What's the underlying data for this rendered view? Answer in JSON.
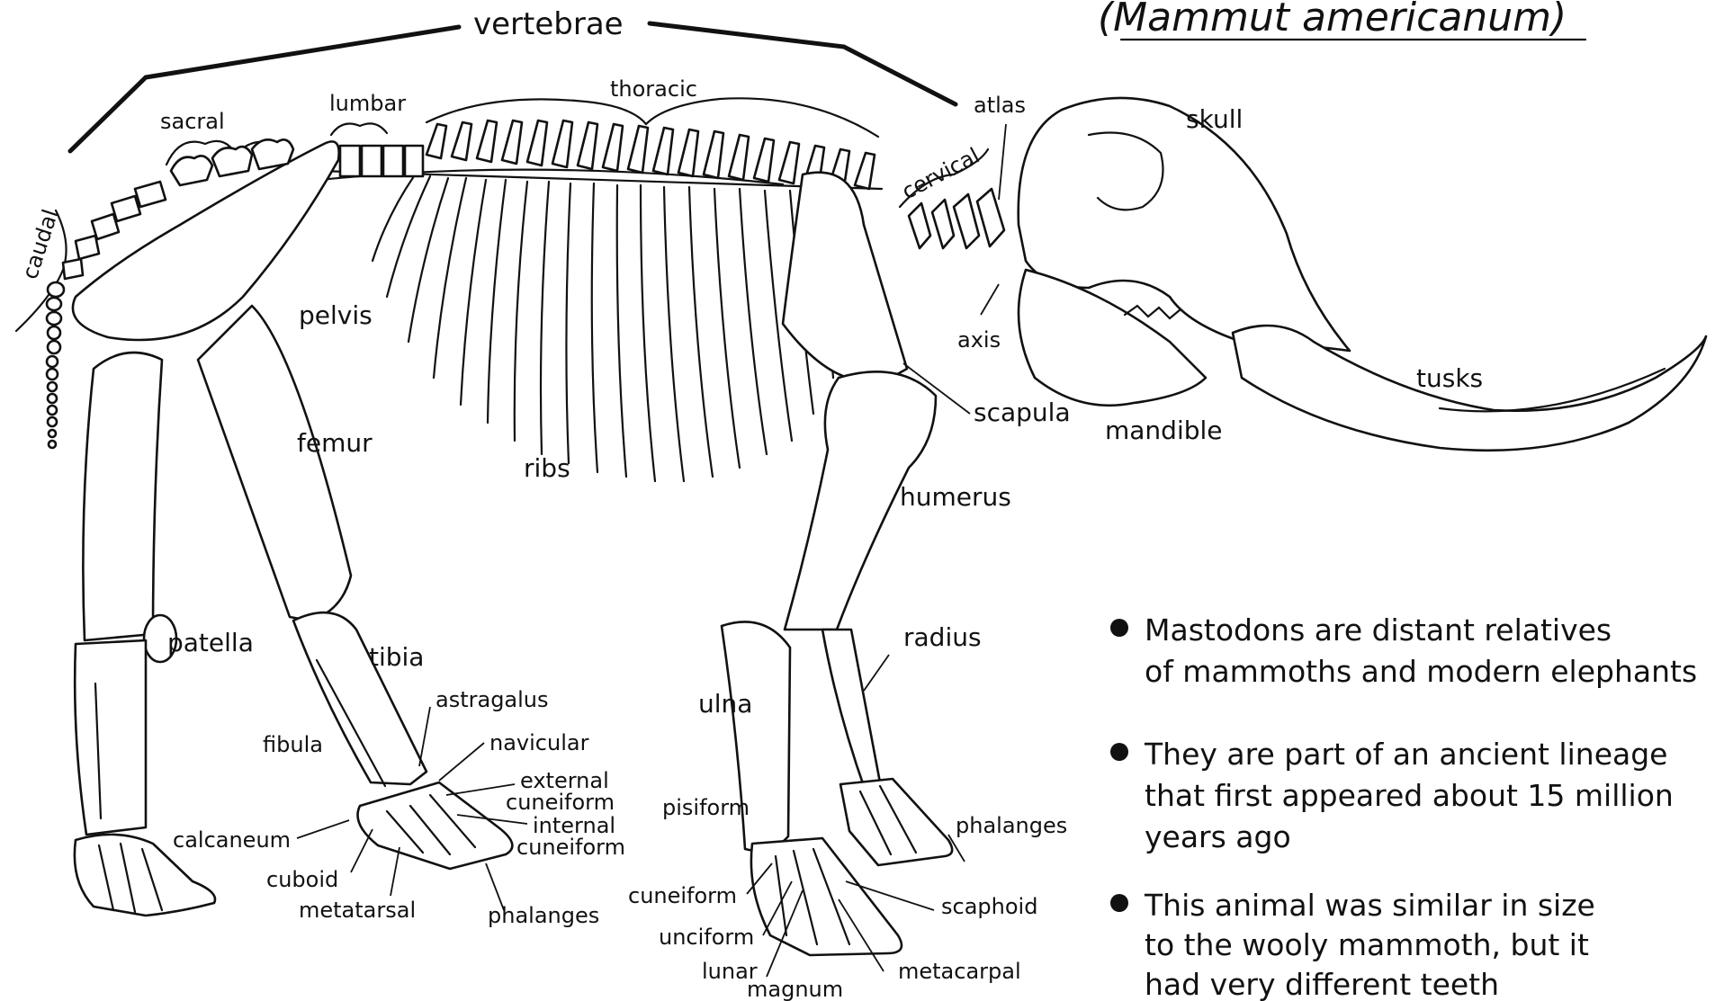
{
  "title": "(Mammut americanum)",
  "labels": {
    "vertebrae": "vertebrae",
    "sacral": "sacral",
    "lumbar": "lumbar",
    "thoracic": "thoracic",
    "caudal": "caudal",
    "atlas": "atlas",
    "cervical": "cervical",
    "skull": "skull",
    "axis": "axis",
    "tusks": "tusks",
    "mandible": "mandible",
    "scapula": "scapula",
    "pelvis": "pelvis",
    "femur": "femur",
    "ribs": "ribs",
    "humerus": "humerus",
    "patella": "patella",
    "tibia": "tibia",
    "radius": "radius",
    "ulna": "ulna",
    "astragalus": "astragalus",
    "navicular": "navicular",
    "fibula": "fibula",
    "external_cuneiform_1": "external",
    "external_cuneiform_2": "cuneiform",
    "internal_cuneiform_1": "internal",
    "internal_cuneiform_2": "cuneiform",
    "calcaneum": "calcaneum",
    "cuboid": "cuboid",
    "metatarsal": "metatarsal",
    "phalanges_hind": "phalanges",
    "pisiform": "pisiform",
    "phalanges_fore": "phalanges",
    "cuneiform_fore": "cuneiform",
    "scaphoid": "scaphoid",
    "unciform": "unciform",
    "lunar": "lunar",
    "magnum": "magnum",
    "metacarpal": "metacarpal"
  },
  "facts": [
    {
      "lines": [
        "Mastodons are distant relatives",
        "of mammoths and modern elephants"
      ]
    },
    {
      "lines": [
        "They are part of an ancient lineage",
        "that first appeared about 15 million",
        "years ago"
      ]
    },
    {
      "lines": [
        "This animal was similar in size",
        "to the wooly mammoth, but it",
        "had very different teeth"
      ]
    }
  ]
}
